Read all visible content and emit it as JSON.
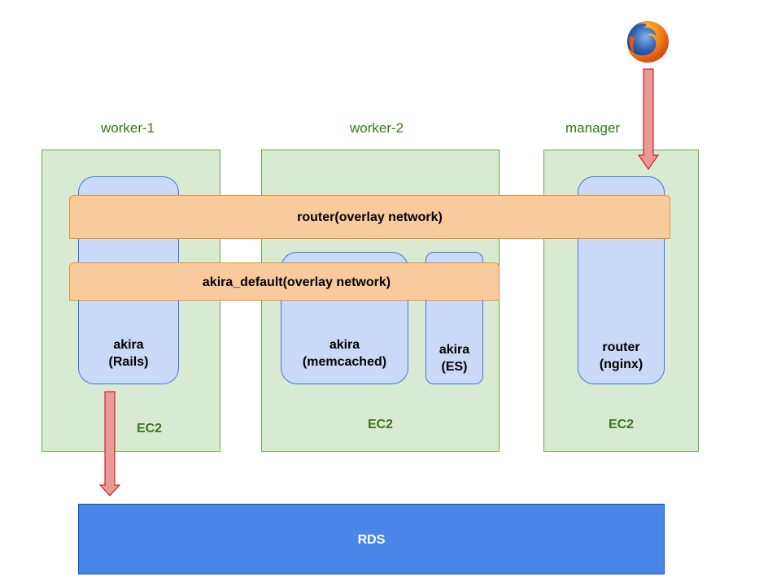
{
  "nodes": {
    "worker1": {
      "title": "worker-1",
      "ec2_label": "EC2"
    },
    "worker2": {
      "title": "worker-2",
      "ec2_label": "EC2"
    },
    "manager": {
      "title": "manager",
      "ec2_label": "EC2"
    }
  },
  "containers": {
    "rails": {
      "line1": "akira",
      "line2": "(Rails)"
    },
    "memcached": {
      "line1": "akira",
      "line2": "(memcached)"
    },
    "es": {
      "line1": "akira",
      "line2": "(ES)"
    },
    "router": {
      "line1": "router",
      "line2": "(nginx)"
    }
  },
  "networks": {
    "router": "router(overlay network)",
    "akira_default": "akira_default(overlay network)"
  },
  "database": {
    "label": "RDS"
  },
  "icons": {
    "browser": "firefox-icon"
  },
  "colors": {
    "host_fill": "#d9ead3",
    "container_fill": "#c9daf8",
    "network_fill": "#f9cb9c",
    "rds_fill": "#4a86e8",
    "arrow_fill": "#ea9999"
  }
}
